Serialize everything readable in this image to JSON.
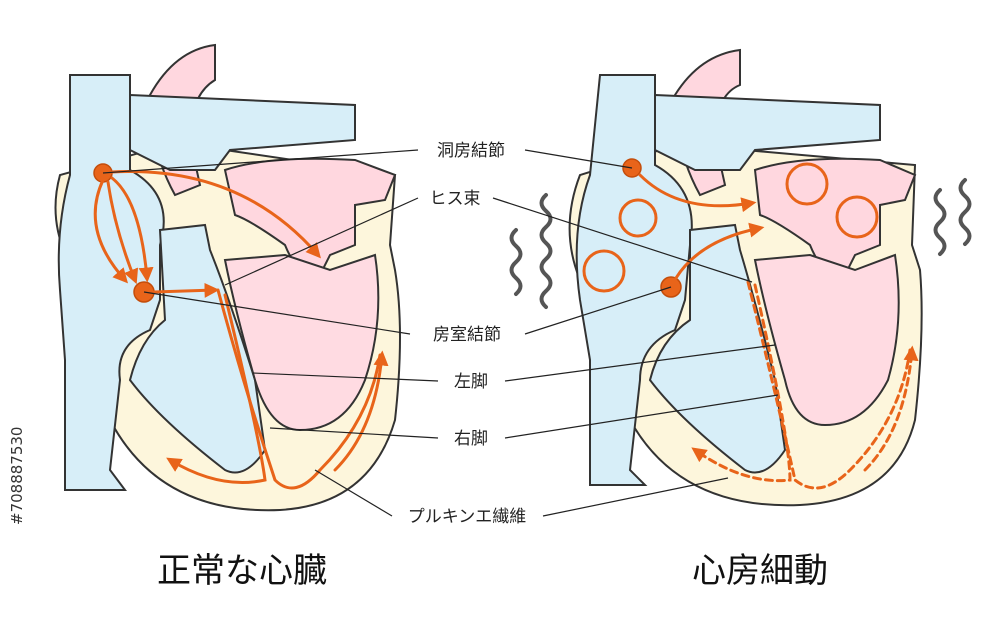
{
  "labels": {
    "sa_node": "洞房結節",
    "his_bundle": "ヒス束",
    "av_node": "房室結節",
    "left_bundle": "左脚",
    "right_bundle": "右脚",
    "purkinje": "プルキンエ繊維"
  },
  "titles": {
    "normal": "正常な心臓",
    "afib": "心房細動"
  },
  "watermark": "#708887530",
  "colors": {
    "conduction": "#e8641a",
    "atrium_right": "#d7eef8",
    "atrium_left": "#ffd7df",
    "myocardium": "#fdf6dc"
  },
  "icons": {
    "tremor": "wavy-line-icon"
  }
}
